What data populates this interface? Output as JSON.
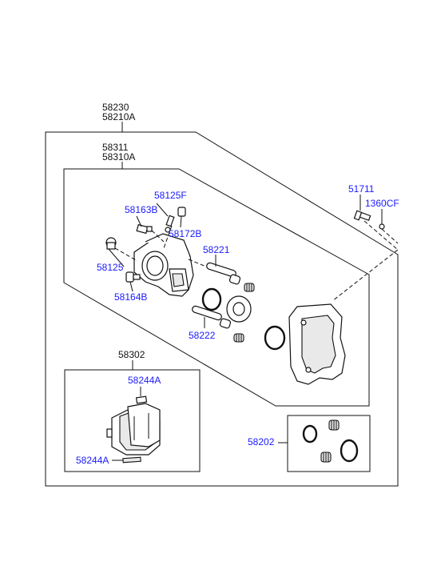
{
  "labels": {
    "l58230": "58230",
    "l58210A": "58210A",
    "l58311": "58311",
    "l58310A": "58310A",
    "l58125F": "58125F",
    "l58163B": "58163B",
    "l58172B": "58172B",
    "l58221": "58221",
    "l58125": "58125",
    "l58164B": "58164B",
    "l58222": "58222",
    "l51711": "51711",
    "l1360CF": "1360CF",
    "l58302": "58302",
    "l58244A_top": "58244A",
    "l58244A_bot": "58244A",
    "l58202": "58202"
  },
  "colors": {
    "black_label": "#111111",
    "blue_label": "#1a1aff",
    "line": "#111111"
  }
}
